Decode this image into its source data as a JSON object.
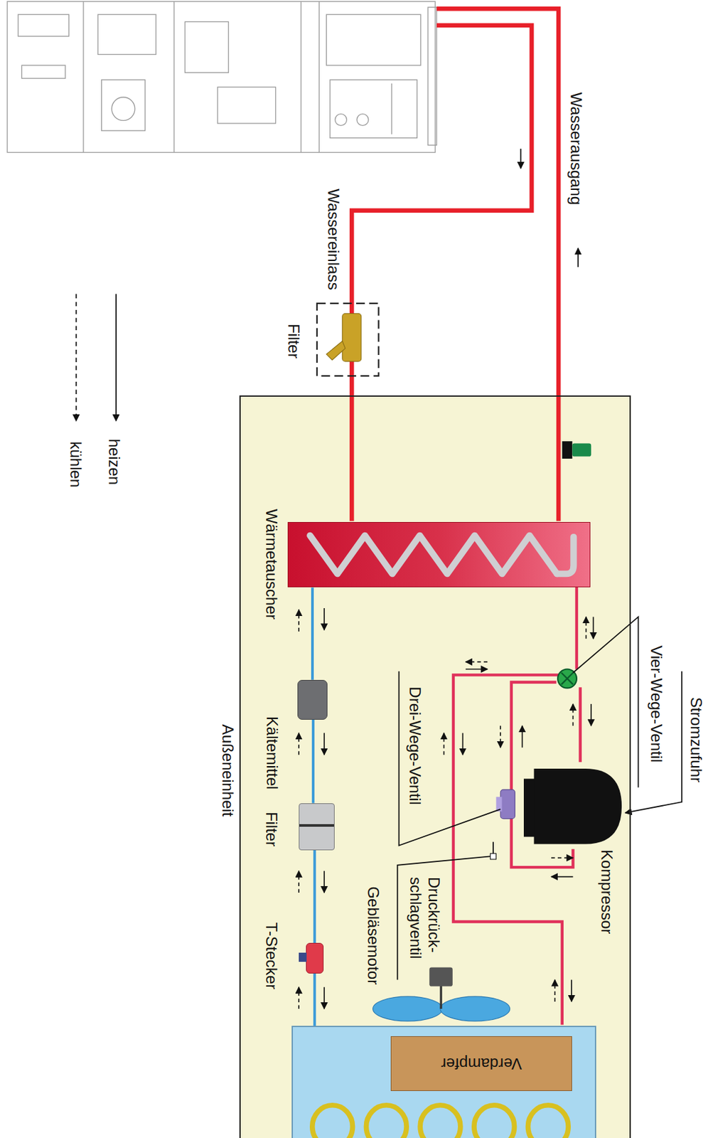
{
  "diagram": {
    "nodes": [
      {
        "text": [
          "Außeneinheit"
        ]
      },
      {
        "text": [
          "Wärmetauscher"
        ],
        "in": 0
      },
      {
        "text": [
          "Kältemittel"
        ],
        "in": 0
      },
      {
        "text": [
          "Filter"
        ],
        "in": 0
      },
      {
        "text": [
          "T-Stecker"
        ],
        "in": 0
      },
      {
        "text": [
          "Verdampfer"
        ],
        "in": 0
      },
      {
        "text": [
          "Kompressor"
        ],
        "in": 0
      }
    ],
    "edges": [
      {
        "from": 1,
        "to": 2,
        "arrow": "none"
      },
      {
        "from": 2,
        "to": 3,
        "arrow": "none"
      },
      {
        "from": 3,
        "to": 4,
        "arrow": "none"
      },
      {
        "from": 4,
        "to": 5,
        "arrow": "none"
      }
    ],
    "labels": [
      "Wasserausgang",
      "Wassereinlass",
      "Filter",
      "Vier-Wege-Ventil",
      "Stromzufuhr",
      "Drei-Wege-Ventil",
      "Druckrück- schlagventil",
      "Gebläsemotor"
    ],
    "legend": [
      {
        "text": "heizen"
      },
      {
        "text": "kühlen"
      }
    ]
  }
}
